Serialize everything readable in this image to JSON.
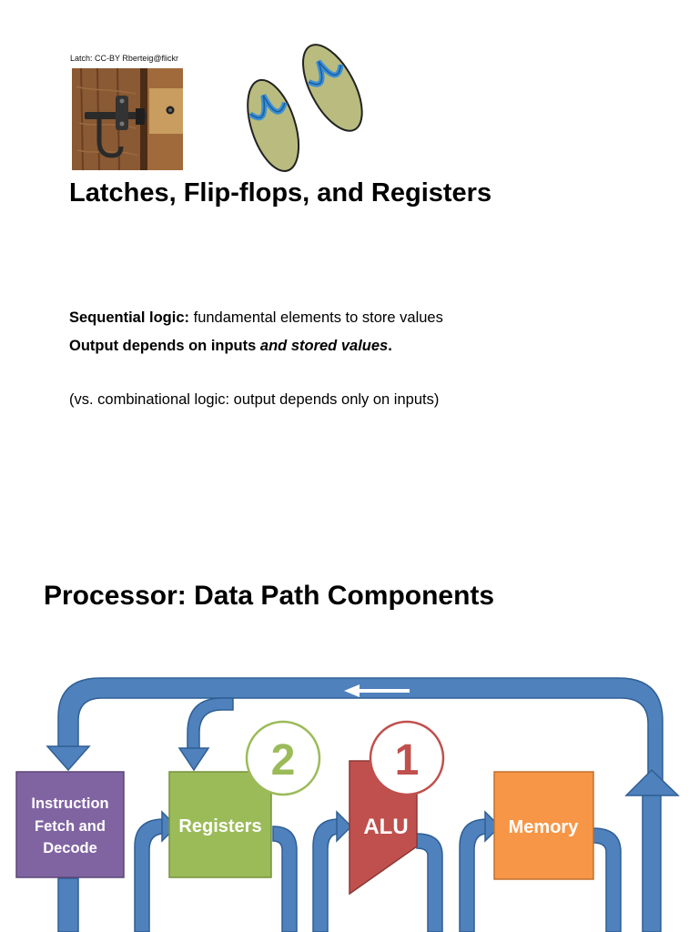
{
  "slide1": {
    "credit": "Latch: CC-BY Rberteig@flickr",
    "title": "Latches, Flip-flops, and Registers",
    "line1_bold": "Sequential logic:",
    "line1_rest": " fundamental elements to store values",
    "line2_main": "Output depends on inputs ",
    "line2_italic": "and stored values",
    "line2_end": ".",
    "line3": "(vs. combinational logic: output depends only on inputs)"
  },
  "slide2": {
    "title": "Processor: Data Path Components",
    "boxes": {
      "fetch": [
        "Instruction",
        "Fetch and",
        "Decode"
      ],
      "registers": "Registers",
      "alu": "ALU",
      "memory": "Memory"
    },
    "badges": {
      "registers": "2",
      "alu": "1"
    },
    "colors": {
      "fetch": "#8064a2",
      "registers": "#9bbb59",
      "alu": "#c0504d",
      "memory": "#f79646",
      "arrows": "#4f81bd"
    }
  }
}
